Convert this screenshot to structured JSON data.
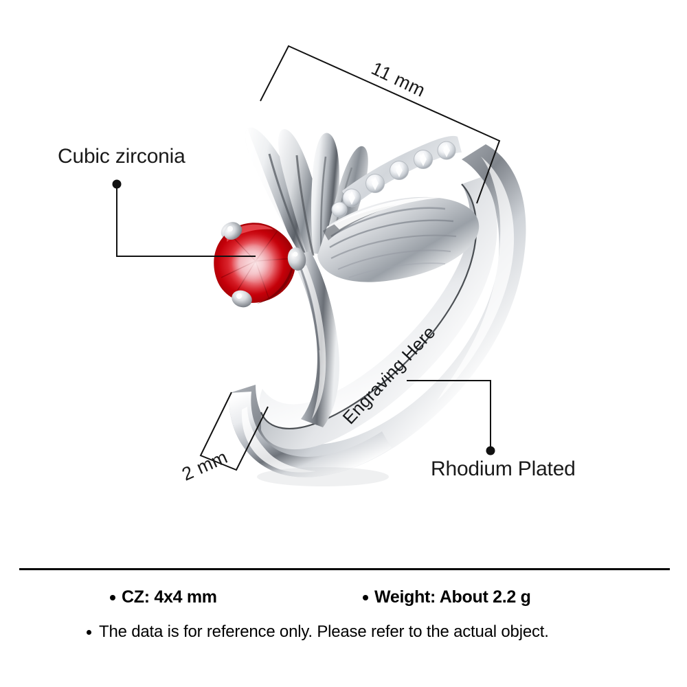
{
  "product": {
    "type": "mermaid-tail-ring",
    "engraving_text": "Engraving Here"
  },
  "callouts": {
    "cubic_zirconia": "Cubic zirconia",
    "rhodium_plated": "Rhodium Plated"
  },
  "dimensions": {
    "top": "11 mm",
    "side": "2 mm"
  },
  "specs": {
    "cz": "CZ: 4x4 mm",
    "weight": "Weight: About 2.2 g",
    "disclaimer": "The data is for reference only. Please refer to the actual object."
  },
  "colors": {
    "background": "#ffffff",
    "text": "#000000",
    "line": "#111111",
    "gem_red": "#cc0008",
    "gem_red_dark": "#8a0005",
    "gem_highlight": "#f7c9cc",
    "metal_light": "#ffffff",
    "metal_mid": "#c9ccd0",
    "metal_dark": "#4a4d52"
  }
}
